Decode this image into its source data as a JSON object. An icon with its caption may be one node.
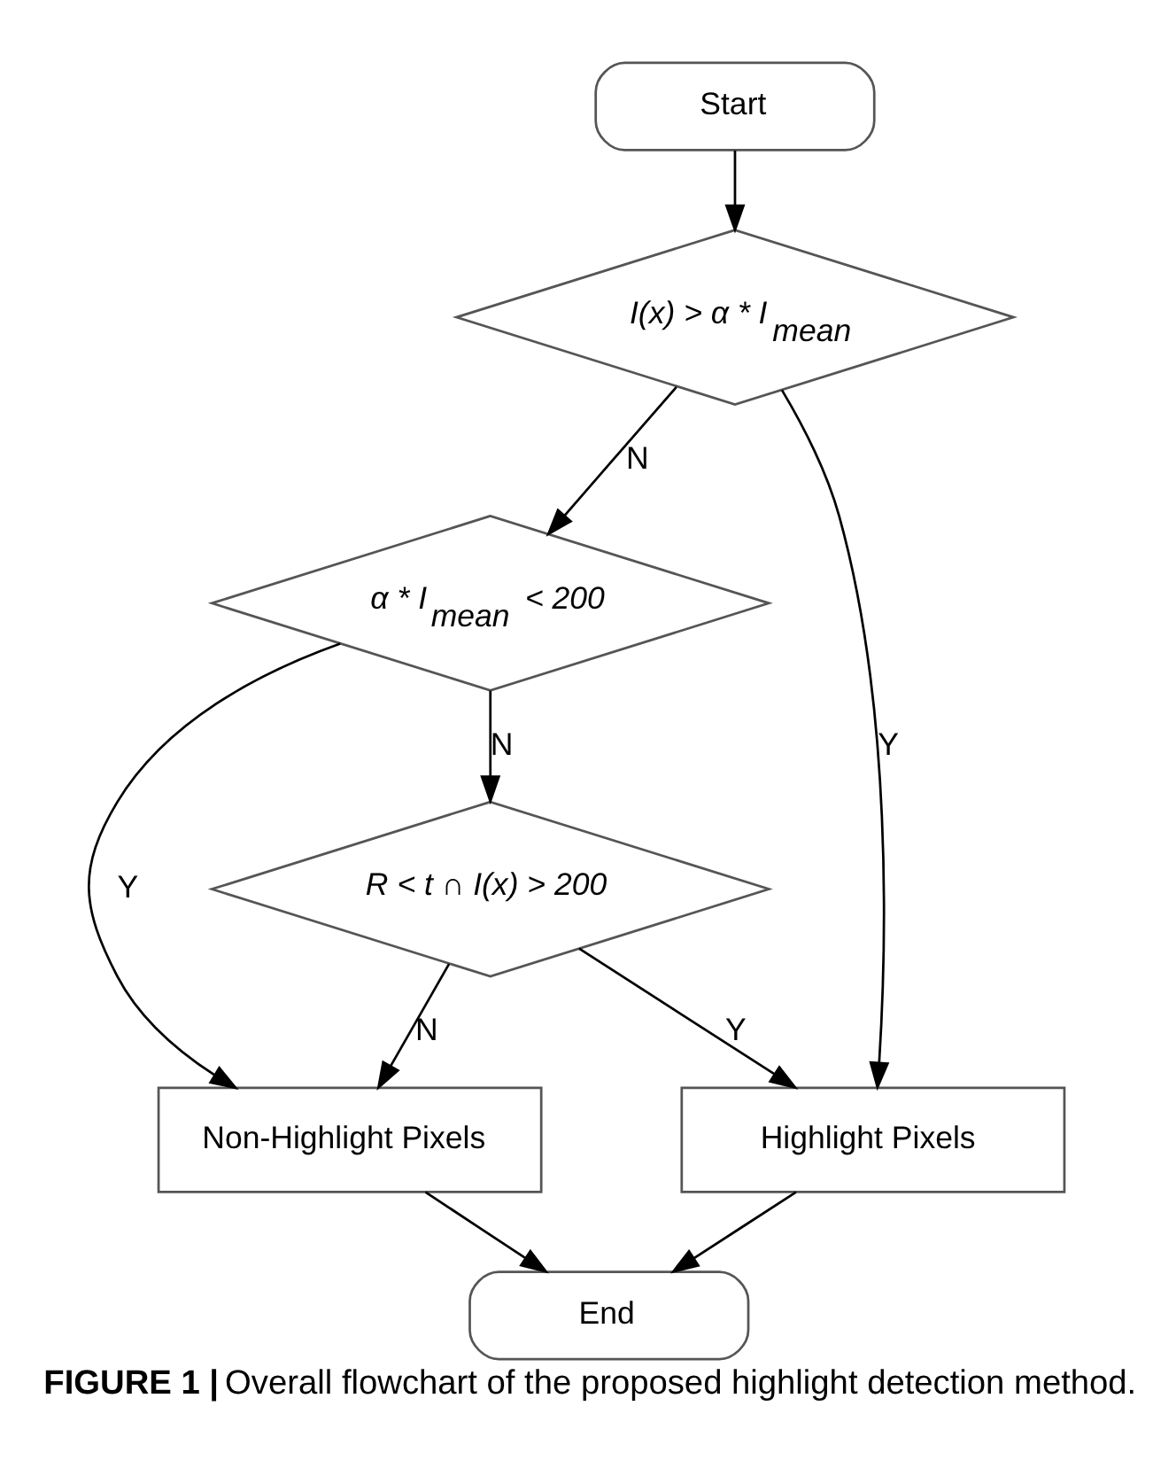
{
  "diagram": {
    "caption": "**FIGURE 1 |** Overall flowchart of the proposed highlight detection method.",
    "nodes": [
      {
        "text": [
          "Start"
        ]
      },
      {
        "text": [
          "I(x) > α * I$_{mean}$"
        ]
      },
      {
        "text": [
          "α * I$_{mean}$ < 200"
        ]
      },
      {
        "text": [
          "R < t ∩ I(x) > 200"
        ]
      },
      {
        "text": [
          "Non-Highlight Pixels"
        ]
      },
      {
        "text": [
          "Highlight Pixels"
        ]
      },
      {
        "text": [
          "End"
        ]
      }
    ],
    "edges": [
      {
        "from": 0,
        "to": 1,
        "arrow": "to"
      },
      {
        "from": 1,
        "to": 5,
        "arrow": "to",
        "label": "Y"
      },
      {
        "from": 1,
        "to": 2,
        "arrow": "to",
        "label": "N"
      },
      {
        "from": 2,
        "to": 4,
        "arrow": "to",
        "label": "Y"
      },
      {
        "from": 2,
        "to": 3,
        "arrow": "to",
        "label": "N"
      },
      {
        "from": 3,
        "to": 5,
        "arrow": "to",
        "label": "Y"
      },
      {
        "from": 3,
        "to": 4,
        "arrow": "to",
        "label": "N"
      },
      {
        "from": 4,
        "to": 6,
        "arrow": "to"
      },
      {
        "from": 5,
        "to": 6,
        "arrow": "to"
      }
    ]
  }
}
